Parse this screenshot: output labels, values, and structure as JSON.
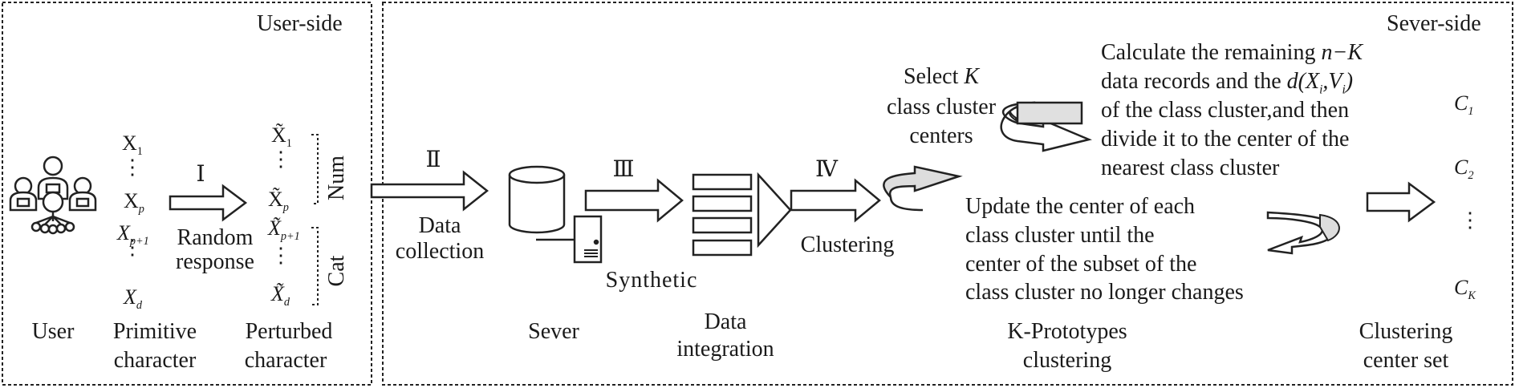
{
  "user_side": {
    "label": "User-side",
    "user_label": "User",
    "primitive": {
      "label_line1": "Primitive",
      "label_line2": "character",
      "x1": "X",
      "x1_sub": "1",
      "xp": "X",
      "xp_sub": "p",
      "xp1": "X",
      "xp1_sub": "p+1",
      "xd": "X",
      "xd_sub": "d",
      "dots": "⋮"
    },
    "step1": {
      "numeral": "Ⅰ",
      "line1": "Random",
      "line2": "response"
    },
    "perturbed": {
      "label_line1": "Perturbed",
      "label_line2": "character",
      "x1": "X̃",
      "x1_sub": "1",
      "xp": "X̃",
      "xp_sub": "p",
      "xp1": "X̃",
      "xp1_sub": "p+1",
      "xd": "X̃",
      "xd_sub": "d",
      "dots": "⋮"
    },
    "num_label": "Num",
    "cat_label": "Cat"
  },
  "server_side": {
    "label": "Sever-side",
    "step2": {
      "numeral": "Ⅱ",
      "line1": "Data",
      "line2": "collection"
    },
    "server_label": "Sever",
    "step3": {
      "numeral": "Ⅲ",
      "label": "Synthetic"
    },
    "integration": {
      "line1": "Data",
      "line2": "integration"
    },
    "step4": {
      "numeral": "Ⅳ",
      "label": "Clustering"
    },
    "select": {
      "line1_pre": "Select ",
      "line1_k": "K",
      "line2": "class cluster",
      "line3": "centers"
    },
    "calc": {
      "line1_pre": "Calculate the remaining ",
      "line1_math": "n−K",
      "line2_pre": "data records and the ",
      "line2_math": "d(X",
      "line2_sub_i": "i",
      "line2_mid": ",V",
      "line2_sub_i2": "i",
      "line2_end": ")",
      "line3": "of the class cluster,and then",
      "line4": "divide it to the center of the",
      "line5": "nearest class cluster"
    },
    "update": {
      "line1": "Update the center of each",
      "line2": "class cluster until the",
      "line3": "center of the subset of the",
      "line4": "class cluster no longer changes"
    },
    "kproto": {
      "line1": "K-Prototypes",
      "line2": "clustering"
    },
    "centers": {
      "c1": "C",
      "c1_sub": "1",
      "c2": "C",
      "c2_sub": "2",
      "dots": "⋮",
      "ck": "C",
      "ck_sub": "K",
      "label_line1": "Clustering",
      "label_line2": "center set"
    }
  }
}
